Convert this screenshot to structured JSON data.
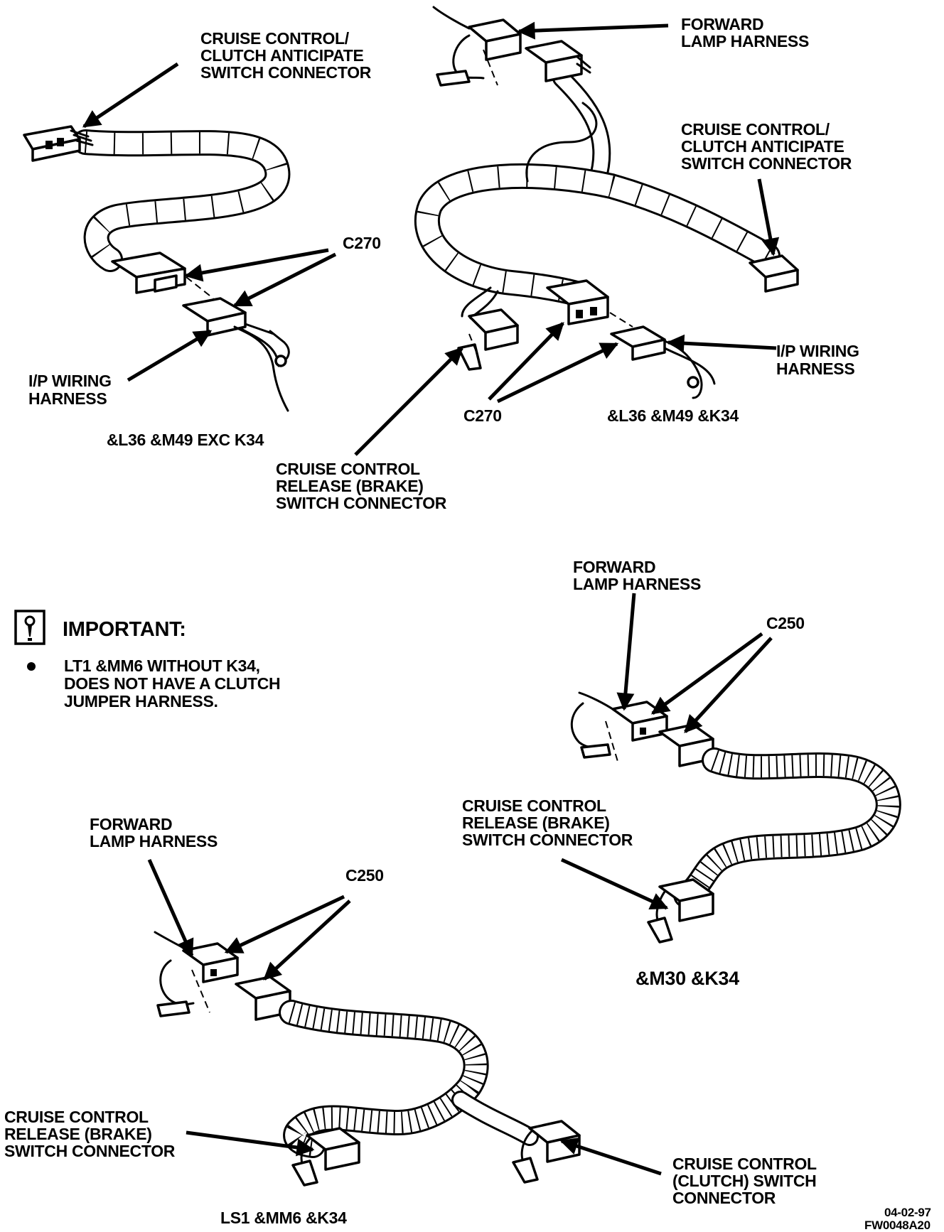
{
  "labels": {
    "tl_cc_anticipate": [
      "CRUISE CONTROL/",
      "CLUTCH ANTICIPATE",
      "SWITCH CONNECTOR"
    ],
    "tl_c270": "C270",
    "tl_ip_harness": [
      "I/P WIRING",
      "HARNESS"
    ],
    "tl_caption": "&L36 &M49 EXC K34",
    "tr_forward_lamp": [
      "FORWARD",
      "LAMP HARNESS"
    ],
    "tr_cc_anticipate": [
      "CRUISE CONTROL/",
      "CLUTCH ANTICIPATE",
      "SWITCH CONNECTOR"
    ],
    "tr_ip_harness": [
      "I/P WIRING",
      "HARNESS"
    ],
    "tr_c270": "C270",
    "tr_caption": "&L36 &M49 &K34",
    "mid_cc_release": [
      "CRUISE CONTROL",
      "RELEASE (BRAKE)",
      "SWITCH CONNECTOR"
    ],
    "important_title": "IMPORTANT:",
    "important_note": [
      "LT1 &MM6 WITHOUT K34,",
      "DOES NOT HAVE A CLUTCH",
      "JUMPER HARNESS."
    ],
    "mr_forward_lamp": [
      "FORWARD",
      "LAMP HARNESS"
    ],
    "mr_c250": "C250",
    "mr_cc_release": [
      "CRUISE CONTROL",
      "RELEASE (BRAKE)",
      "SWITCH CONNECTOR"
    ],
    "mr_caption": "&M30 &K34",
    "bl_forward_lamp": [
      "FORWARD",
      "LAMP HARNESS"
    ],
    "bl_c250": "C250",
    "bl_cc_release": [
      "CRUISE CONTROL",
      "RELEASE (BRAKE)",
      "SWITCH CONNECTOR"
    ],
    "bl_cc_clutch": [
      "CRUISE CONTROL",
      "(CLUTCH) SWITCH",
      "CONNECTOR"
    ],
    "bl_caption": "LS1 &MM6 &K34",
    "figure_date": "04-02-97",
    "figure_code": "FW0048A20"
  },
  "icons": {
    "important": "important-exclamation-icon",
    "bullet": "bullet-icon"
  },
  "colors": {
    "ink": "#000000",
    "paper": "#ffffff"
  }
}
